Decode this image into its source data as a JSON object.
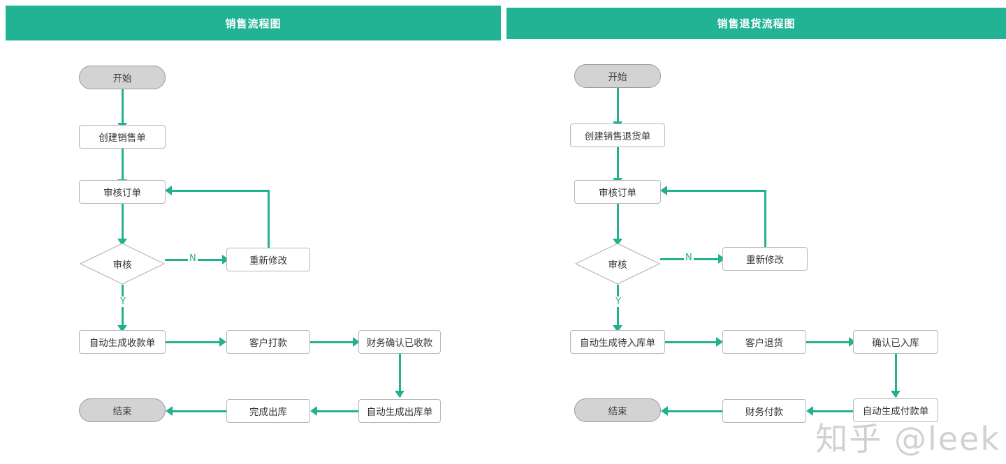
{
  "watermark": "知乎 @leek",
  "theme": {
    "banner_color": "#21b394",
    "edge_color": "#23b08e",
    "terminal_fill": "#d3d3d3",
    "node_border": "#b7b7b7",
    "background": "#ffffff"
  },
  "charts": [
    {
      "id": "sales-flow",
      "title": "销售流程图",
      "nodes": {
        "start": "开始",
        "create": "创建销售单",
        "review_order": "审核订单",
        "decision": "审核",
        "rework": "重新修改",
        "auto_receipt": "自动生成收款单",
        "customer_pay": "客户打款",
        "finance_confirm": "财务确认已收款",
        "auto_outbound": "自动生成出库单",
        "complete_outbound": "完成出库",
        "end": "结束"
      },
      "branch_labels": {
        "no": "N",
        "yes": "Y"
      }
    },
    {
      "id": "sales-return-flow",
      "title": "销售退货流程图",
      "nodes": {
        "start": "开始",
        "create": "创建销售退货单",
        "review_order": "审核订单",
        "decision": "审核",
        "rework": "重新修改",
        "auto_receipt": "自动生成待入库单",
        "customer_pay": "客户退货",
        "finance_confirm": "确认已入库",
        "auto_outbound": "自动生成付款单",
        "complete_outbound": "财务付款",
        "end": "结束"
      },
      "branch_labels": {
        "no": "N",
        "yes": "Y"
      }
    }
  ]
}
